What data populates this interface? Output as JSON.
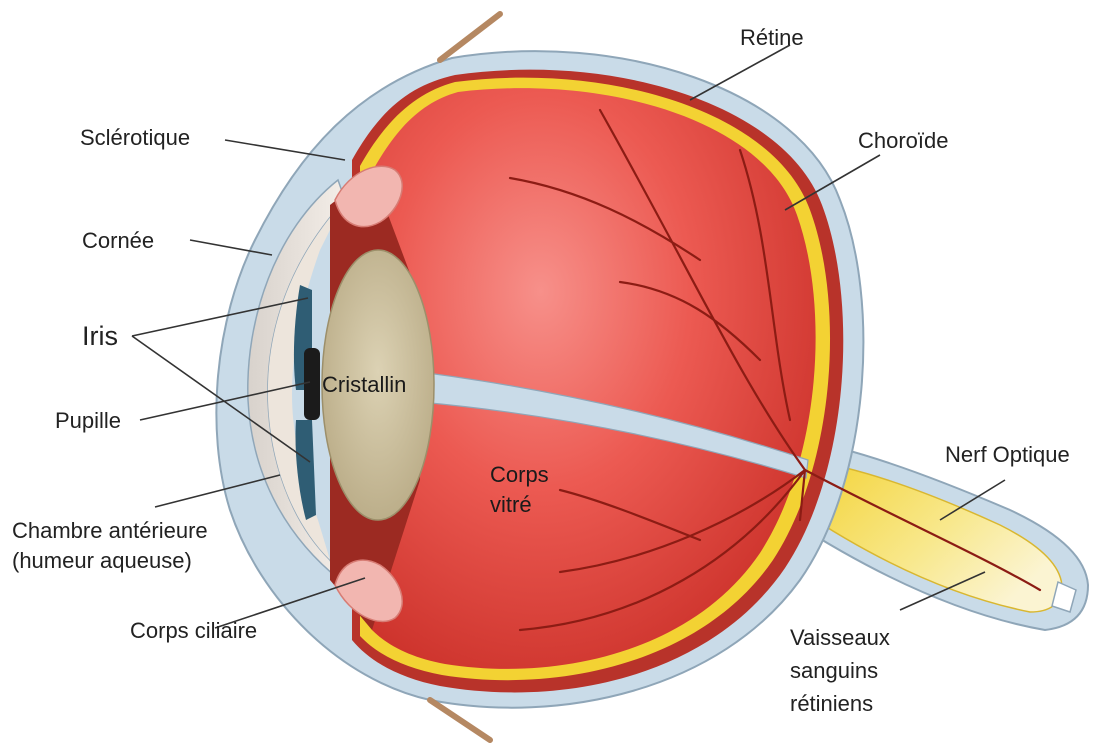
{
  "labels": {
    "retine": "Rétine",
    "sclerotique": "Sclérotique",
    "choroide": "Choroïde",
    "cornee": "Cornée",
    "iris": "Iris",
    "cristallin": "Cristallin",
    "pupille": "Pupille",
    "corps_vitre_1": "Corps",
    "corps_vitre_2": "vitré",
    "nerf_optique": "Nerf Optique",
    "chambre_1": "Chambre antérieure",
    "chambre_2": "(humeur aqueuse)",
    "corps_ciliaire": "Corps ciliaire",
    "vaisseaux_1": "Vaisseaux",
    "vaisseaux_2": "sanguins",
    "vaisseaux_3": "rétiniens"
  },
  "colors": {
    "sclera": "#c9dbe8",
    "sclera_edge": "#8fa6b8",
    "choroid": "#c0392b",
    "retina": "#f3d233",
    "vitreous": "#e8504a",
    "lens": "#c9bd9c",
    "iris": "#2f5d74",
    "ciliary": "#f2b6b0",
    "nerve": "#f6e27a"
  }
}
